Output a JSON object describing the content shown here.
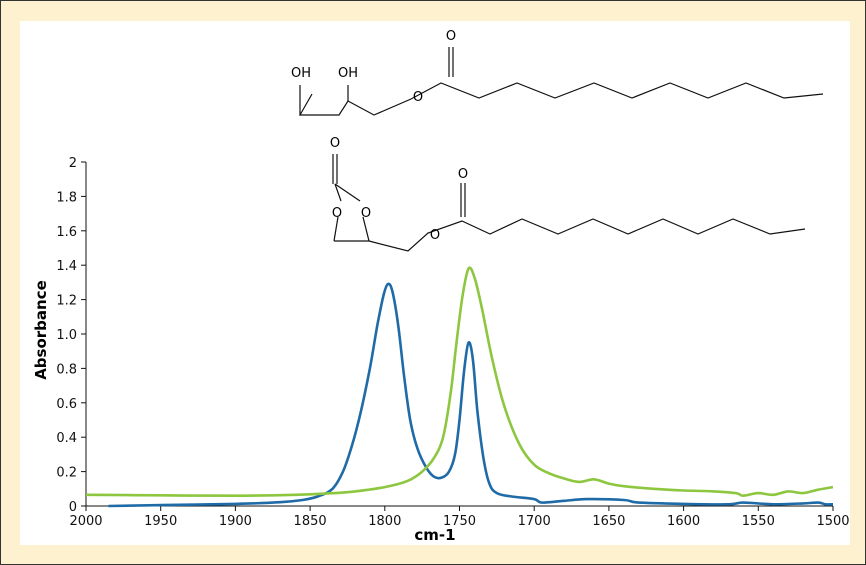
{
  "chart_data": {
    "type": "line",
    "title": "",
    "xlabel": "cm-1",
    "ylabel": "Absorbance",
    "xlim": [
      2000,
      1500
    ],
    "ylim": [
      0,
      2
    ],
    "x_ticks": [
      2000,
      1950,
      1900,
      1850,
      1800,
      1750,
      1700,
      1650,
      1600,
      1550,
      1500
    ],
    "y_ticks": [
      0,
      0.2,
      0.4,
      0.6,
      0.8,
      1.0,
      1.2,
      1.4,
      1.6,
      1.8,
      2
    ],
    "y_tick_labels": [
      "0",
      "0.2",
      "0.4",
      "0.6",
      "0.8",
      "1.0",
      "1.2",
      "1.4",
      "1.6",
      "1.8",
      "2"
    ],
    "grid": false,
    "legend": "none",
    "series": [
      {
        "color": "#1f6ba8",
        "points": [
          [
            1985,
            0.0
          ],
          [
            1950,
            0.005
          ],
          [
            1900,
            0.012
          ],
          [
            1870,
            0.022
          ],
          [
            1855,
            0.035
          ],
          [
            1845,
            0.055
          ],
          [
            1835,
            0.1
          ],
          [
            1828,
            0.2
          ],
          [
            1822,
            0.35
          ],
          [
            1816,
            0.55
          ],
          [
            1810,
            0.8
          ],
          [
            1805,
            1.05
          ],
          [
            1801,
            1.22
          ],
          [
            1798,
            1.29
          ],
          [
            1795,
            1.25
          ],
          [
            1791,
            1.05
          ],
          [
            1787,
            0.75
          ],
          [
            1783,
            0.5
          ],
          [
            1778,
            0.33
          ],
          [
            1772,
            0.22
          ],
          [
            1767,
            0.17
          ],
          [
            1762,
            0.165
          ],
          [
            1757,
            0.2
          ],
          [
            1753,
            0.3
          ],
          [
            1750,
            0.5
          ],
          [
            1747,
            0.78
          ],
          [
            1744,
            0.95
          ],
          [
            1741,
            0.85
          ],
          [
            1738,
            0.55
          ],
          [
            1734,
            0.28
          ],
          [
            1730,
            0.13
          ],
          [
            1725,
            0.075
          ],
          [
            1715,
            0.055
          ],
          [
            1700,
            0.04
          ],
          [
            1695,
            0.02
          ],
          [
            1680,
            0.03
          ],
          [
            1665,
            0.04
          ],
          [
            1640,
            0.035
          ],
          [
            1630,
            0.02
          ],
          [
            1600,
            0.012
          ],
          [
            1570,
            0.01
          ],
          [
            1560,
            0.02
          ],
          [
            1540,
            0.01
          ],
          [
            1520,
            0.015
          ],
          [
            1510,
            0.02
          ],
          [
            1505,
            0.01
          ],
          [
            1500,
            0.01
          ]
        ]
      },
      {
        "color": "#8dc63f",
        "points": [
          [
            2000,
            0.065
          ],
          [
            1950,
            0.062
          ],
          [
            1900,
            0.06
          ],
          [
            1860,
            0.065
          ],
          [
            1840,
            0.072
          ],
          [
            1820,
            0.085
          ],
          [
            1800,
            0.11
          ],
          [
            1785,
            0.145
          ],
          [
            1775,
            0.2
          ],
          [
            1767,
            0.28
          ],
          [
            1761,
            0.4
          ],
          [
            1756,
            0.65
          ],
          [
            1752,
            0.95
          ],
          [
            1748,
            1.22
          ],
          [
            1744,
            1.38
          ],
          [
            1740,
            1.33
          ],
          [
            1735,
            1.15
          ],
          [
            1728,
            0.85
          ],
          [
            1720,
            0.58
          ],
          [
            1710,
            0.36
          ],
          [
            1700,
            0.24
          ],
          [
            1690,
            0.19
          ],
          [
            1680,
            0.16
          ],
          [
            1670,
            0.14
          ],
          [
            1660,
            0.155
          ],
          [
            1650,
            0.13
          ],
          [
            1640,
            0.115
          ],
          [
            1620,
            0.1
          ],
          [
            1600,
            0.09
          ],
          [
            1580,
            0.085
          ],
          [
            1565,
            0.075
          ],
          [
            1560,
            0.06
          ],
          [
            1550,
            0.075
          ],
          [
            1540,
            0.065
          ],
          [
            1530,
            0.085
          ],
          [
            1520,
            0.075
          ],
          [
            1510,
            0.095
          ],
          [
            1500,
            0.11
          ]
        ]
      }
    ]
  },
  "structure_labels": {
    "monoglyceride": {
      "carbonyl_o": "O",
      "hydroxyl_1": "OH",
      "hydroxyl_2": "OH",
      "ester_o": "O"
    },
    "carbonate": {
      "carbonyl_o": "O",
      "ester_o": "O",
      "ring_o_left": "O",
      "ring_o_right": "O",
      "chain_carbonyl_o": "O"
    }
  }
}
